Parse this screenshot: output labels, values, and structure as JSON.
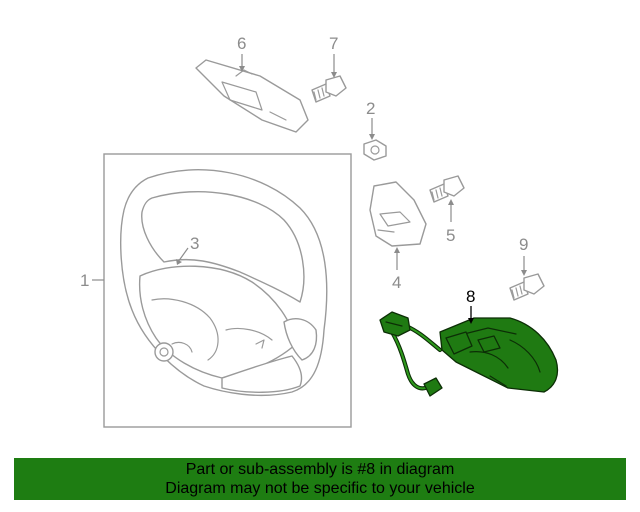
{
  "diagram": {
    "callouts": [
      {
        "id": "1",
        "label": "1"
      },
      {
        "id": "2",
        "label": "2"
      },
      {
        "id": "3",
        "label": "3"
      },
      {
        "id": "4",
        "label": "4"
      },
      {
        "id": "5",
        "label": "5"
      },
      {
        "id": "6",
        "label": "6"
      },
      {
        "id": "7",
        "label": "7"
      },
      {
        "id": "8",
        "label": "8",
        "highlighted": true
      },
      {
        "id": "9",
        "label": "9"
      }
    ],
    "colors": {
      "highlight_part": "#1f7a12",
      "line_art": "#9a9a9a",
      "banner": "#1e7d12"
    }
  },
  "banner": {
    "line1": "Part or sub-assembly is #8 in diagram",
    "line2": "Diagram may not be specific to your vehicle"
  }
}
